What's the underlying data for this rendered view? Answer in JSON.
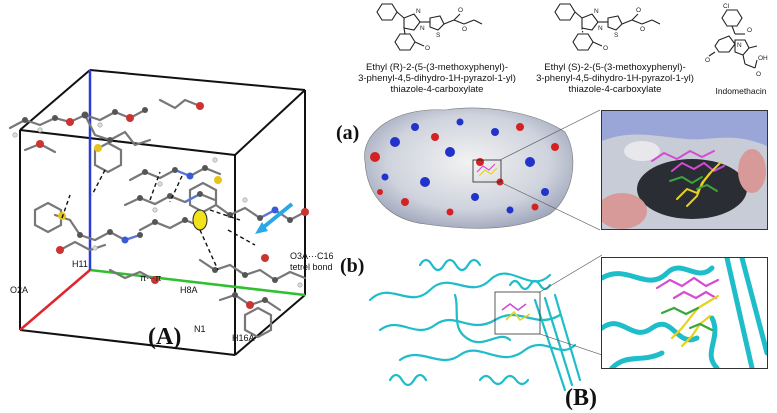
{
  "panel_A": {
    "letter": "(A)",
    "labels": {
      "o2a": "O2A",
      "h11": "H11",
      "pi_pi": "π···π",
      "h8a": "H8A",
      "n1": "N1",
      "h16a": "H16A",
      "tetrel_line1": "O3A···C16",
      "tetrel_line2": "tetrel bond"
    },
    "colors": {
      "axis_a": "#e0252d",
      "axis_b": "#2fbf2f",
      "axis_c": "#2a3cd8",
      "arrow": "#29a7e6"
    }
  },
  "panel_B": {
    "letter": "(B)",
    "sub_a": "(a)",
    "sub_b": "(b)",
    "structures": [
      {
        "line1": "Ethyl (R)-2-(5-(3-methoxyphenyl)-",
        "line2": "3-phenyl-4,5-dihydro-1H-pyrazol-1-yl)",
        "line3": "thiazole-4-carboxylate"
      },
      {
        "line1": "Ethyl (S)-2-(5-(3-methoxyphenyl)-",
        "line2": "3-phenyl-4,5-dihydro-1H-pyrazol-1-yl)",
        "line3": "thiazole-4-carboxylate"
      },
      {
        "line1": "Indomethacin",
        "line2": "",
        "line3": ""
      }
    ],
    "atom_labels": {
      "N": "N",
      "S": "S",
      "O": "O",
      "Cl": "Cl",
      "OH": "OH"
    },
    "colors": {
      "protein": "#1fbdc9",
      "ligand_r": "#d44ad4",
      "ligand_s": "#e6d21f",
      "ligand_ref": "#3aa53a",
      "surface_pos": "#2233cc",
      "surface_neg": "#d42222"
    }
  }
}
